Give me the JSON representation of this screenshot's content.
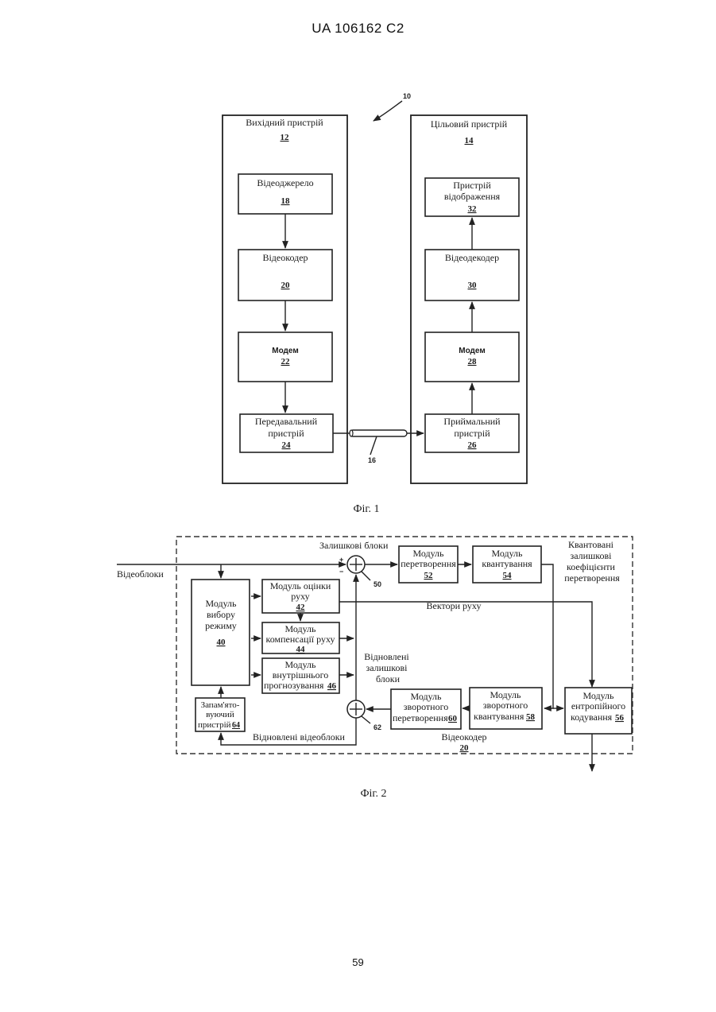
{
  "header": {
    "publication_number": "UA   106162   C2"
  },
  "page_number": "59",
  "fig1": {
    "caption": "Фіг. 1",
    "system_ref": "10",
    "link_ref": "16",
    "source": {
      "title": "Вихідний пристрій",
      "ref": "12",
      "blocks": [
        {
          "lines": [
            "Відеоджерело"
          ],
          "ref": "18"
        },
        {
          "lines": [
            "Відеокодер"
          ],
          "ref": "20"
        },
        {
          "lines": [
            "Модем"
          ],
          "ref": "22"
        },
        {
          "lines": [
            "Передавальний",
            "пристрій"
          ],
          "ref": "24"
        }
      ]
    },
    "destination": {
      "title": "Цільовий пристрій",
      "ref": "14",
      "blocks": [
        {
          "lines": [
            "Пристрій",
            "відображення"
          ],
          "ref": "32"
        },
        {
          "lines": [
            "Відеодекодер"
          ],
          "ref": "30"
        },
        {
          "lines": [
            "Модем"
          ],
          "ref": "28"
        },
        {
          "lines": [
            "Приймальний",
            "пристрій"
          ],
          "ref": "26"
        }
      ]
    }
  },
  "fig2": {
    "caption": "Фіг. 2",
    "input_label": "Відеоблоки",
    "residual_label": "Залишкові блоки",
    "quantized_label": [
      "Квантовані",
      "залишкові",
      "коефіцієнти",
      "перетворення"
    ],
    "motion_vectors_label": "Вектори руху",
    "reconstructed_residual_label": [
      "Відновлені",
      "залишкові",
      "блоки"
    ],
    "reconstructed_video_label": "Відновлені відеоблоки",
    "encoder_label": "Відеокодер",
    "encoder_ref": "20",
    "sum1": {
      "ref": "50",
      "plus": "+",
      "minus": "−"
    },
    "sum2": {
      "ref": "62"
    },
    "modules": {
      "transform": {
        "lines": [
          "Модуль",
          "перетворення"
        ],
        "ref": "52"
      },
      "quantization": {
        "lines": [
          "Модуль",
          "квантування"
        ],
        "ref": "54"
      },
      "mode_select": {
        "lines": [
          "Модуль",
          "вибору",
          "режиму"
        ],
        "ref": "40"
      },
      "motion_est": {
        "lines": [
          "Модуль оцінки",
          "руху"
        ],
        "ref": "42"
      },
      "motion_comp": {
        "lines": [
          "Модуль",
          "компенсації руху"
        ],
        "ref": "44"
      },
      "intra_pred": {
        "lines": [
          "Модуль",
          "внутрішнього"
        ],
        "last_line": "прогнозування",
        "ref": "46"
      },
      "inverse_transform": {
        "lines": [
          "Модуль",
          "зворотного"
        ],
        "last_line": "перетворення",
        "ref": "60"
      },
      "inverse_quant": {
        "lines": [
          "Модуль",
          "зворотного"
        ],
        "last_line": "квантування",
        "ref": "58"
      },
      "entropy": {
        "lines": [
          "Модуль",
          "ентропійного"
        ],
        "last_line": "кодування",
        "ref": "56"
      },
      "memory": {
        "lines": [
          "Запам'ято-",
          "вуючий"
        ],
        "last_line": "пристрій",
        "ref": "64"
      }
    }
  }
}
